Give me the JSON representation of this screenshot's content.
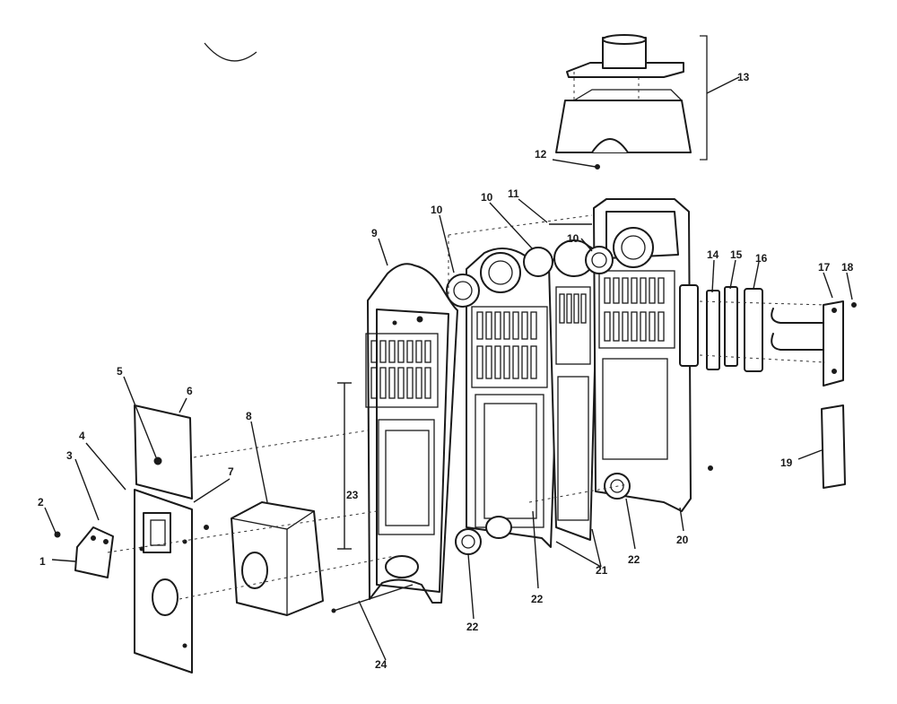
{
  "diagram": {
    "type": "exploded-parts-diagram",
    "callouts": [
      {
        "id": "c1",
        "label": "1"
      },
      {
        "id": "c2",
        "label": "2"
      },
      {
        "id": "c3",
        "label": "3"
      },
      {
        "id": "c4",
        "label": "4"
      },
      {
        "id": "c5",
        "label": "5"
      },
      {
        "id": "c6",
        "label": "6"
      },
      {
        "id": "c7",
        "label": "7"
      },
      {
        "id": "c8",
        "label": "8"
      },
      {
        "id": "c9",
        "label": "9"
      },
      {
        "id": "c10a",
        "label": "10"
      },
      {
        "id": "c10b",
        "label": "10"
      },
      {
        "id": "c10c",
        "label": "10"
      },
      {
        "id": "c11",
        "label": "11"
      },
      {
        "id": "c12",
        "label": "12"
      },
      {
        "id": "c13",
        "label": "13"
      },
      {
        "id": "c14",
        "label": "14"
      },
      {
        "id": "c15",
        "label": "15"
      },
      {
        "id": "c16",
        "label": "16"
      },
      {
        "id": "c17",
        "label": "17"
      },
      {
        "id": "c18",
        "label": "18"
      },
      {
        "id": "c19",
        "label": "19"
      },
      {
        "id": "c20",
        "label": "20"
      },
      {
        "id": "c21",
        "label": "21"
      },
      {
        "id": "c22a",
        "label": "22"
      },
      {
        "id": "c22b",
        "label": "22"
      },
      {
        "id": "c22c",
        "label": "22"
      },
      {
        "id": "c23",
        "label": "23"
      },
      {
        "id": "c24",
        "label": "24"
      }
    ]
  }
}
